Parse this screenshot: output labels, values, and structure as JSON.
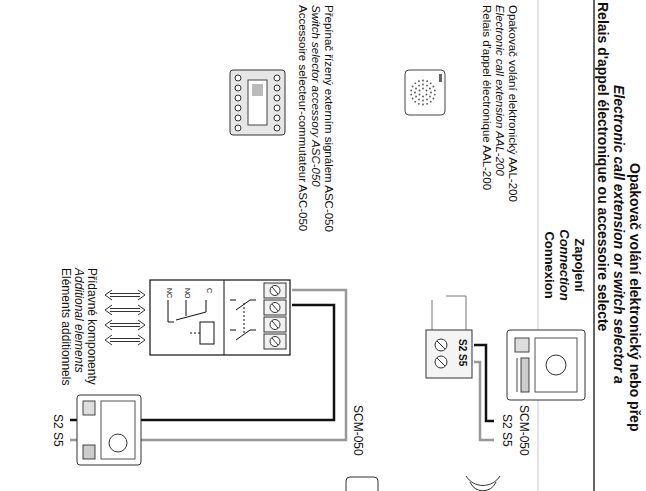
{
  "diagram": {
    "labels": [
      "Opakovač volání elektronický nebo přep",
      "Electronic call extension or switch selector a",
      "Relais d'appel électronique ou accessoire selecte",
      "Zapojení",
      "Connection",
      "Connexion",
      "Opakovač volání elektronický AAL-200",
      "Electronic call extension AAL-200",
      "Relais d'appel électronique AAL-200",
      "S2 S5",
      "SCM-050",
      "S2 S5",
      "Přepínač řízený externím signálem ASC-050",
      "Switch selector accessory ASC-050",
      "Accessoire selecteur-commutateur ASC-050",
      "SCM-050",
      "C",
      "NO",
      "NC",
      "Přídavné komponenty",
      "Additional elements",
      "Eléments additionnels",
      "S2 S5"
    ]
  }
}
